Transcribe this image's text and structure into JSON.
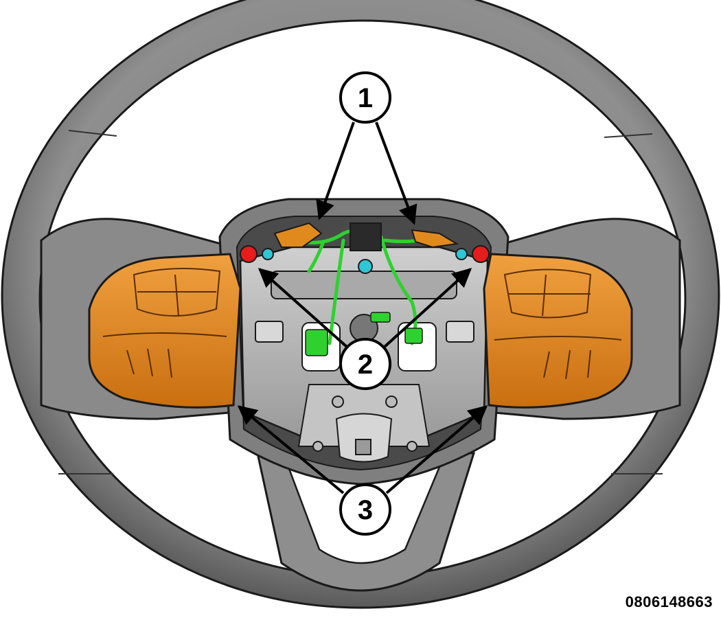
{
  "callouts": [
    {
      "label": "1"
    },
    {
      "label": "2"
    },
    {
      "label": "3"
    }
  ],
  "figure_id": "0806148663",
  "colors": {
    "wheel_rim": "#8c8c8c",
    "wheel_rim_dark": "#5e5e5e",
    "switch_panel": "#e08a1e",
    "switch_panel_dark": "#b8640c",
    "wire_harness": "#2fd12f",
    "screw_red": "#e81c1c",
    "screw_cyan": "#2fc6d6",
    "metal_frame": "#b9b9b9"
  }
}
